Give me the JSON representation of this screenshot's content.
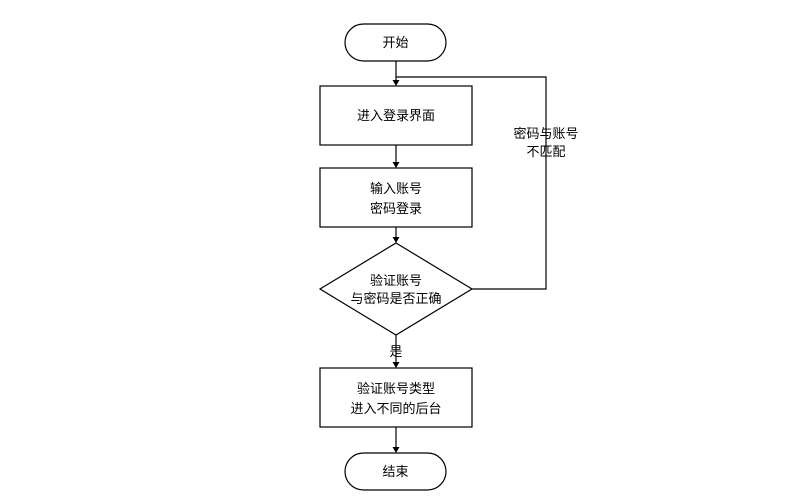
{
  "diagram": {
    "type": "flowchart",
    "nodes": {
      "start": "开始",
      "enter_login": "进入登录界面",
      "input_line1": "输入账号",
      "input_line2": "密码登录",
      "verify_line1": "验证账号",
      "verify_line2": "与密码是否正确",
      "route_line1": "验证账号类型",
      "route_line2": "进入不同的后台",
      "end": "结束"
    },
    "edges": {
      "mismatch_line1": "密码与账号",
      "mismatch_line2": "不匹配",
      "yes": "是"
    },
    "colors": {
      "stroke": "#000000",
      "fill": "#ffffff",
      "background": "#ffffff"
    }
  }
}
